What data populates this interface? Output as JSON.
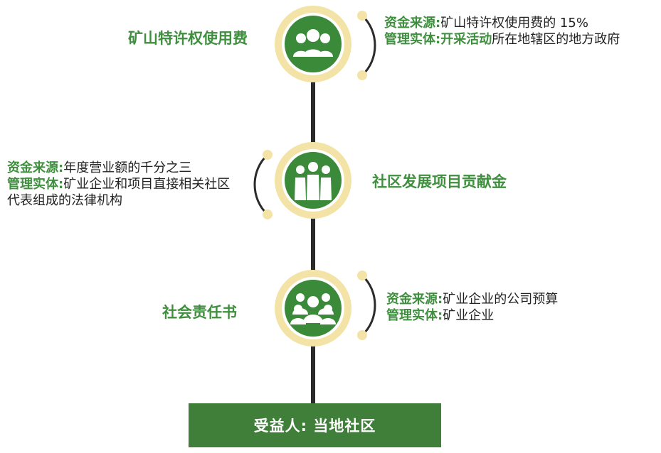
{
  "tiers": [
    {
      "title": "矿山特许权使用费",
      "icon": "business-people-icon",
      "funding_label": "资金来源:",
      "funding_text": "矿山特许权使用费的 15%",
      "mgmt_label": "管理实体:",
      "mgmt_highlight": "开采活动",
      "mgmt_text": "所在地辖区的地方政府"
    },
    {
      "title": "社区发展项目贡献金",
      "icon": "team-group-icon",
      "funding_label": "资金来源:",
      "funding_text": "年度营业额的千分之三",
      "mgmt_label": "管理实体:",
      "mgmt_text": "矿业企业和项目直接相关社区代表组成的法律机构"
    },
    {
      "title": "社会责任书",
      "icon": "crowd-icon",
      "funding_label": "资金来源:",
      "funding_text": "矿业企业的公司预算",
      "mgmt_label": "管理实体:",
      "mgmt_text": "矿业企业"
    }
  ],
  "beneficiary": "受益人: 当地社区",
  "colors": {
    "green": "#3a8a3a",
    "gold": "#f3e3a6",
    "dark_green": "#3f7f3a"
  }
}
